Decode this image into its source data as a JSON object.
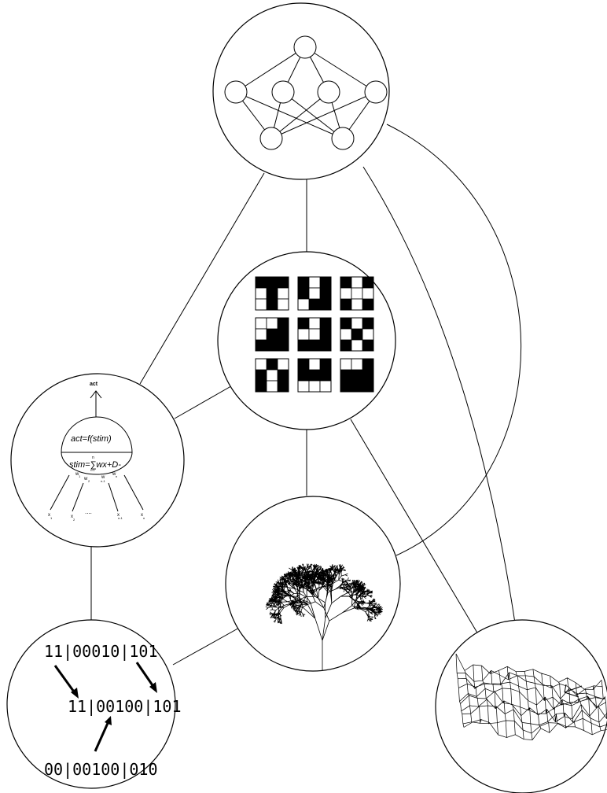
{
  "neuron": {
    "output_label": "act",
    "activation_eq": "act=f(stim)",
    "stim_eq": "stim=∑wx+D-",
    "sum_top": "n",
    "sum_bottom": "i=1",
    "weights": [
      "w",
      "w",
      "w",
      "w"
    ],
    "weight_subs": [
      "1",
      "2",
      "n-1",
      "n"
    ],
    "inputs": [
      "x",
      "x",
      "....",
      "x",
      "x"
    ],
    "input_subs": [
      "1",
      "2",
      "",
      "n-1",
      "n"
    ]
  },
  "crossover": {
    "parent_a": "11|00010|101",
    "child": "11|00100|101",
    "parent_b": "00|00100|010"
  },
  "patterns": [
    [
      [
        1,
        1,
        1
      ],
      [
        0,
        1,
        0
      ],
      [
        0,
        1,
        0
      ]
    ],
    [
      [
        1,
        0,
        1
      ],
      [
        1,
        0,
        1
      ],
      [
        0,
        1,
        1
      ]
    ],
    [
      [
        1,
        0,
        1
      ],
      [
        0,
        0,
        0
      ],
      [
        1,
        0,
        1
      ]
    ],
    [
      [
        0,
        0,
        1
      ],
      [
        0,
        1,
        1
      ],
      [
        1,
        1,
        1
      ]
    ],
    [
      [
        1,
        0,
        1
      ],
      [
        0,
        0,
        1
      ],
      [
        1,
        1,
        1
      ]
    ],
    [
      [
        1,
        0,
        1
      ],
      [
        0,
        1,
        0
      ],
      [
        1,
        0,
        1
      ]
    ],
    [
      [
        0,
        1,
        0
      ],
      [
        1,
        0,
        1
      ],
      [
        1,
        0,
        1
      ]
    ],
    [
      [
        1,
        0,
        1
      ],
      [
        1,
        1,
        1
      ],
      [
        0,
        0,
        0
      ]
    ],
    [
      [
        0,
        0,
        1
      ],
      [
        1,
        1,
        1
      ],
      [
        1,
        1,
        1
      ]
    ]
  ],
  "colors": {
    "ink": "#000000",
    "paper": "#ffffff"
  }
}
